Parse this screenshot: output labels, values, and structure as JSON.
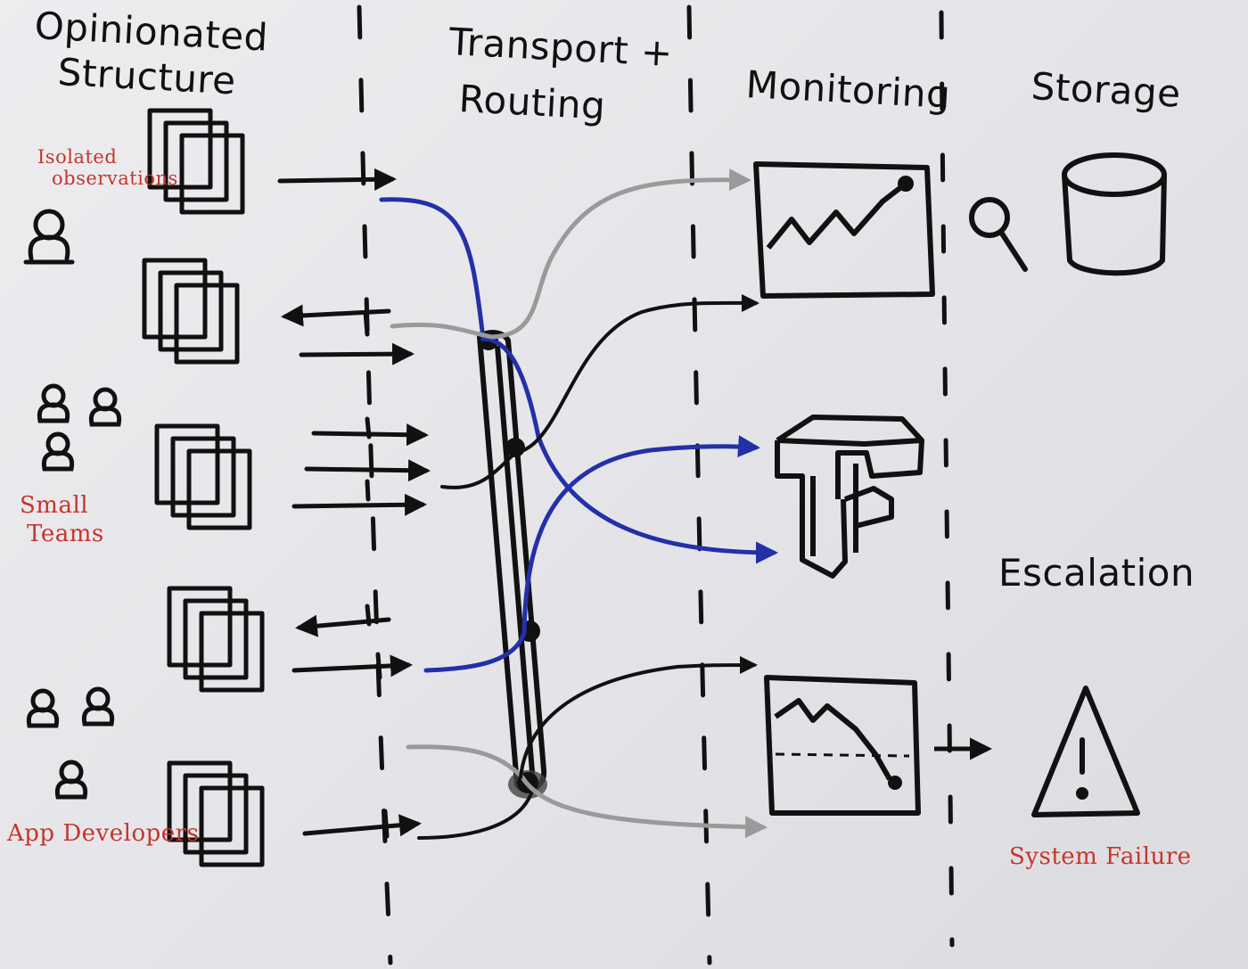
{
  "headers": {
    "structure_line1": "Opinionated",
    "structure_line2": "Structure",
    "transport_line1": "Transport +",
    "transport_line2": "Routing",
    "monitoring": "Monitoring",
    "storage": "Storage",
    "escalation": "Escalation"
  },
  "groups": {
    "isolated_line1": "Isolated",
    "isolated_line2": "observations",
    "small_teams_line1": "Small",
    "small_teams_line2": "Teams",
    "app_developers": "App Developers"
  },
  "alerts": {
    "system_failure": "System Failure"
  },
  "colors": {
    "ink": "#111111",
    "blue": "#2330a8",
    "gray": "#9a9a9a",
    "red": "#c8342b"
  },
  "icons": {
    "person": "person-icon",
    "documents": "document-stack-icon",
    "dashboard": "line-chart-icon",
    "magnifier": "magnifier-icon",
    "database": "database-icon",
    "blocks": "tensorflow-logo-icon",
    "alert": "warning-triangle-icon"
  }
}
